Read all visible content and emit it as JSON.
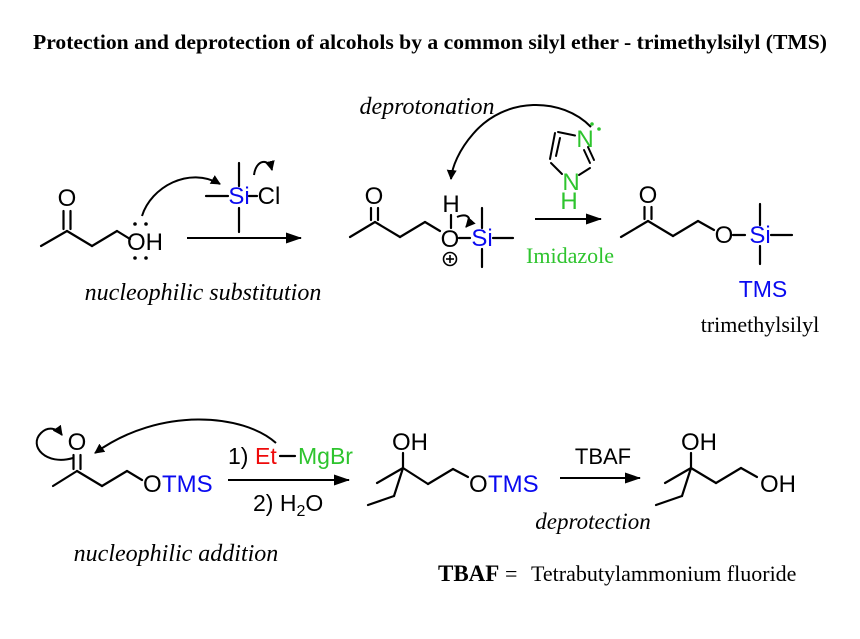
{
  "title": "Protection and deprotection of alcohols by a common silyl ether - trimethylsilyl (TMS)",
  "colors": {
    "black": "#000000",
    "blue": "#0A0AF0",
    "green": "#2EC42E",
    "red": "#EE0A0A"
  },
  "atoms": {
    "O": "O",
    "OH": "OH",
    "H": "H",
    "Si": "Si",
    "Cl": "Cl",
    "N": "N",
    "TMS": "TMS",
    "Et": "Et",
    "MgBr": "MgBr"
  },
  "labels": {
    "nucleophilic_substitution": "nucleophilic substitution",
    "deprotonation": "deprotonation",
    "imidazole": "Imidazole",
    "tms": "TMS",
    "trimethylsilyl": "trimethylsilyl",
    "nucleophilic_addition": "nucleophilic addition",
    "deprotection": "deprotection"
  },
  "reagents": {
    "step1_prefix": "1)",
    "step2_a": "2) H",
    "step2_sub": "2",
    "step2_b": "O",
    "tbaf": "TBAF"
  },
  "footnote": {
    "abbr": "TBAF",
    "equals": "=",
    "definition": "Tetrabutylammonium fluoride"
  }
}
